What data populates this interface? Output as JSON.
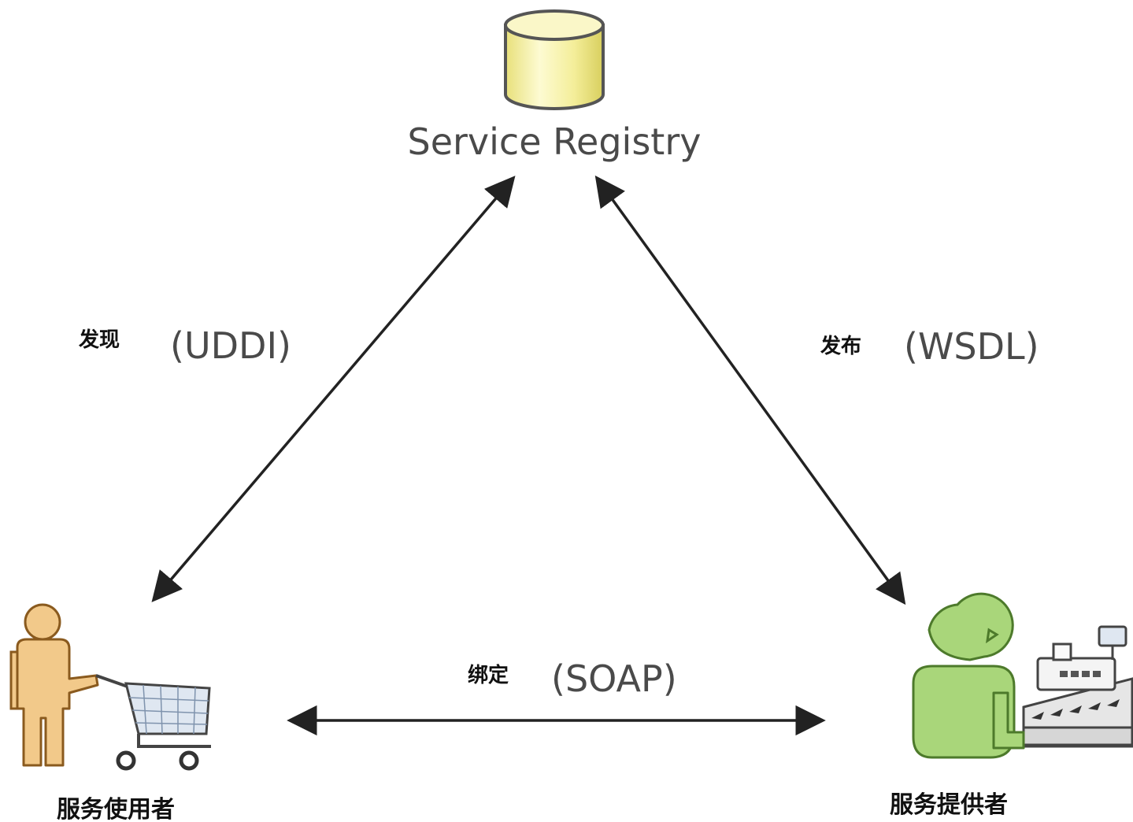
{
  "registry": {
    "label": "Service Registry",
    "icon": "database-cylinder-icon"
  },
  "consumer": {
    "label": "服务使用者",
    "icon": "person-with-shopping-cart-icon"
  },
  "provider": {
    "label": "服务提供者",
    "icon": "person-with-cash-register-icon"
  },
  "edges": {
    "discover": {
      "label_cn": "发现",
      "label_en": "(UDDI)"
    },
    "publish": {
      "label_cn": "发布",
      "label_en": "(WSDL)"
    },
    "bind": {
      "label_cn": "绑定",
      "label_en": "(SOAP)"
    }
  },
  "colors": {
    "cylinder_fill": "#f7f3a8",
    "cylinder_stroke": "#555555",
    "consumer_fill": "#f2c98a",
    "consumer_stroke": "#8a5a1e",
    "provider_fill": "#a9d67a",
    "provider_stroke": "#4d7a2b",
    "arrow": "#222222",
    "register_fill": "#e6e6e6"
  }
}
